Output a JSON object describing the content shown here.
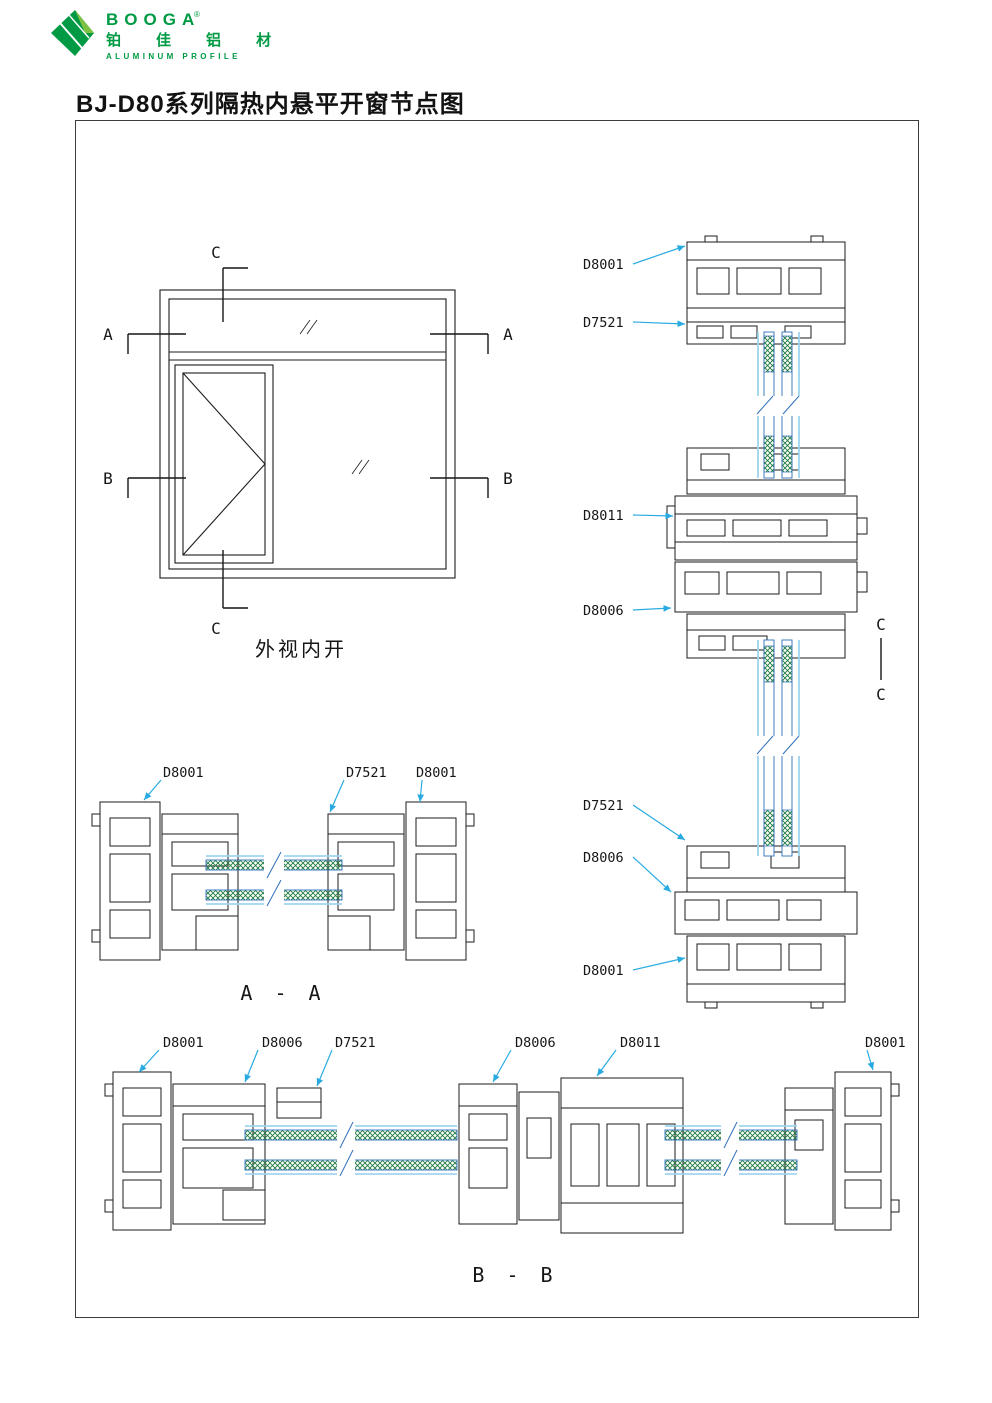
{
  "colors": {
    "brand_green": "#009a44",
    "leader_cyan": "#29abe2",
    "glass_blue": "#2f6fba",
    "gasket_blue": "#9fd4ef",
    "thermal_green": "#1e7a3c",
    "ink": "#161616"
  },
  "logo": {
    "brand": "BOOGA",
    "registered": "®",
    "chinese": "铂 佳 铝 材",
    "tagline": "ALUMINUM PROFILE"
  },
  "page": {
    "title": "BJ-D80系列隔热内悬平开窗节点图"
  },
  "elevation": {
    "caption": "外视内开",
    "marks": {
      "a": "A",
      "b": "B",
      "c": "C"
    }
  },
  "section_cc": {
    "labels": [
      "D8001",
      "D7521",
      "D8011",
      "D8006",
      "D7521",
      "D8006",
      "D8001"
    ],
    "side_top": "C",
    "side_bottom": "C"
  },
  "section_aa": {
    "labels": [
      "D8001",
      "D7521",
      "D8001"
    ],
    "caption": "A - A"
  },
  "section_bb": {
    "labels": [
      "D8001",
      "D8006",
      "D7521",
      "D8006",
      "D8011",
      "D8001"
    ],
    "caption": "B - B"
  }
}
